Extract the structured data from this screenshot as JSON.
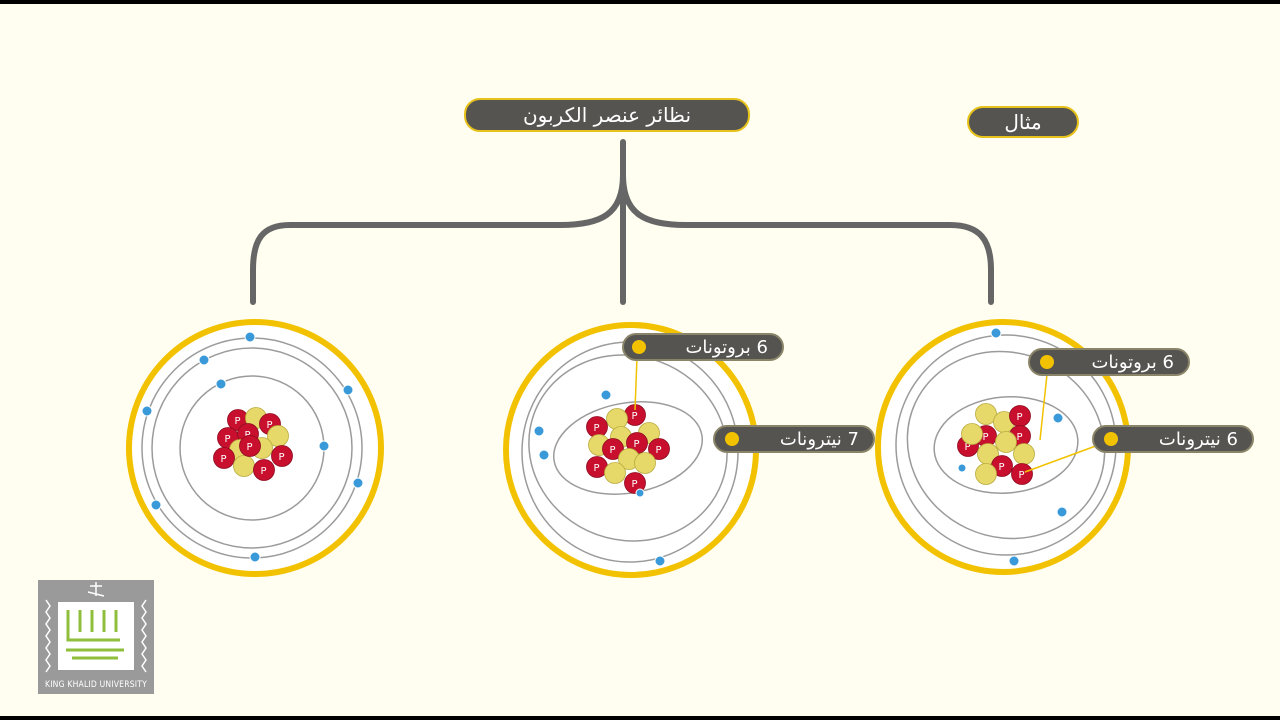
{
  "title_pill": "نظائر عنصر الكربون",
  "example_pill": "مثال",
  "atoms": [
    {
      "name": "carbon-12-atom",
      "labels": []
    },
    {
      "name": "carbon-13-atom",
      "labels": [
        {
          "text": "6 بروتونات"
        },
        {
          "text": "7 نيترونات"
        }
      ]
    },
    {
      "name": "carbon-14-atom",
      "labels": [
        {
          "text": "6 بروتونات"
        },
        {
          "text": "6 نيترونات"
        }
      ]
    }
  ],
  "nucleus_letter_p": "P",
  "logo": {
    "text": "KING KHALID UNIVERSITY"
  },
  "colors": {
    "background": "#fffef0",
    "pill": "#555451",
    "ring": "#f2c200",
    "connector": "#666666",
    "proton": "#c8102e",
    "neutron": "#e6d96a",
    "electron": "#3a9ad9"
  }
}
